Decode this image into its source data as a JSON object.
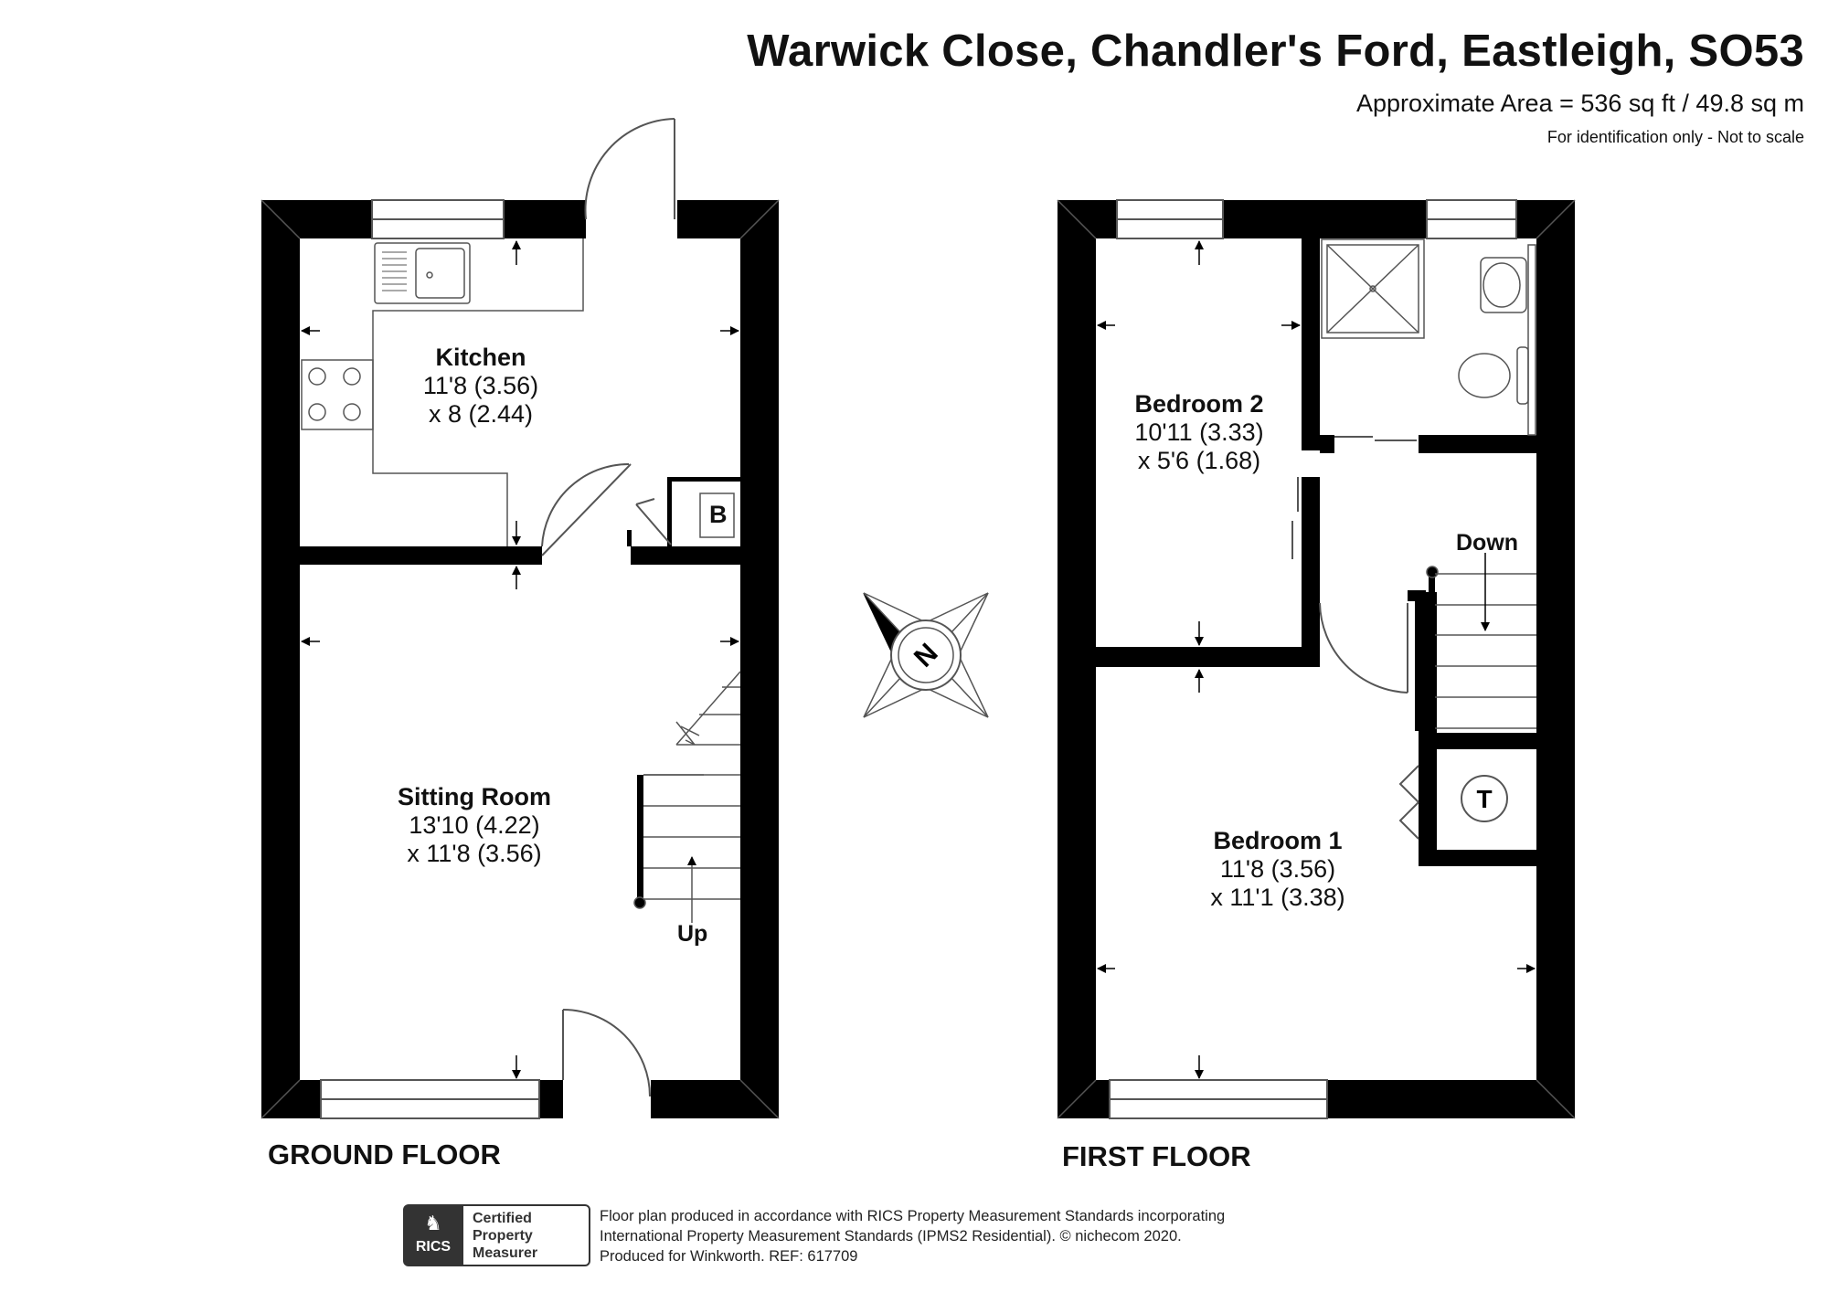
{
  "header": {
    "title": "Warwick Close, Chandler's Ford, Eastleigh, SO53",
    "area": "Approximate Area = 536 sq ft / 49.8 sq m",
    "note": "For identification only - Not to scale"
  },
  "ground_floor": {
    "label": "GROUND FLOOR",
    "rooms": {
      "kitchen": {
        "name": "Kitchen",
        "dim1": "11'8 (3.56)",
        "dim2": "x 8 (2.44)"
      },
      "sitting": {
        "name": "Sitting Room",
        "dim1": "13'10 (4.22)",
        "dim2": "x 11'8 (3.56)"
      }
    },
    "boiler_label": "B",
    "stairs_label": "Up"
  },
  "first_floor": {
    "label": "FIRST FLOOR",
    "rooms": {
      "bedroom2": {
        "name": "Bedroom 2",
        "dim1": "10'11 (3.33)",
        "dim2": "x 5'6 (1.68)"
      },
      "bedroom1": {
        "name": "Bedroom 1",
        "dim1": "11'8 (3.56)",
        "dim2": "x 11'1 (3.38)"
      }
    },
    "tank_label": "T",
    "stairs_label": "Down"
  },
  "compass": {
    "label": "N"
  },
  "footer": {
    "badge": {
      "logo_text": "RICS",
      "line1": "Certified",
      "line2": "Property",
      "line3": "Measurer"
    },
    "line1": "Floor plan produced in accordance with RICS Property Measurement Standards incorporating",
    "line2": "International Property Measurement Standards (IPMS2 Residential).   © nichecom 2020.",
    "line3": "Produced for Winkworth.   REF: 617709"
  },
  "colors": {
    "wall": "#000000",
    "background": "#ffffff",
    "line": "#555555"
  }
}
